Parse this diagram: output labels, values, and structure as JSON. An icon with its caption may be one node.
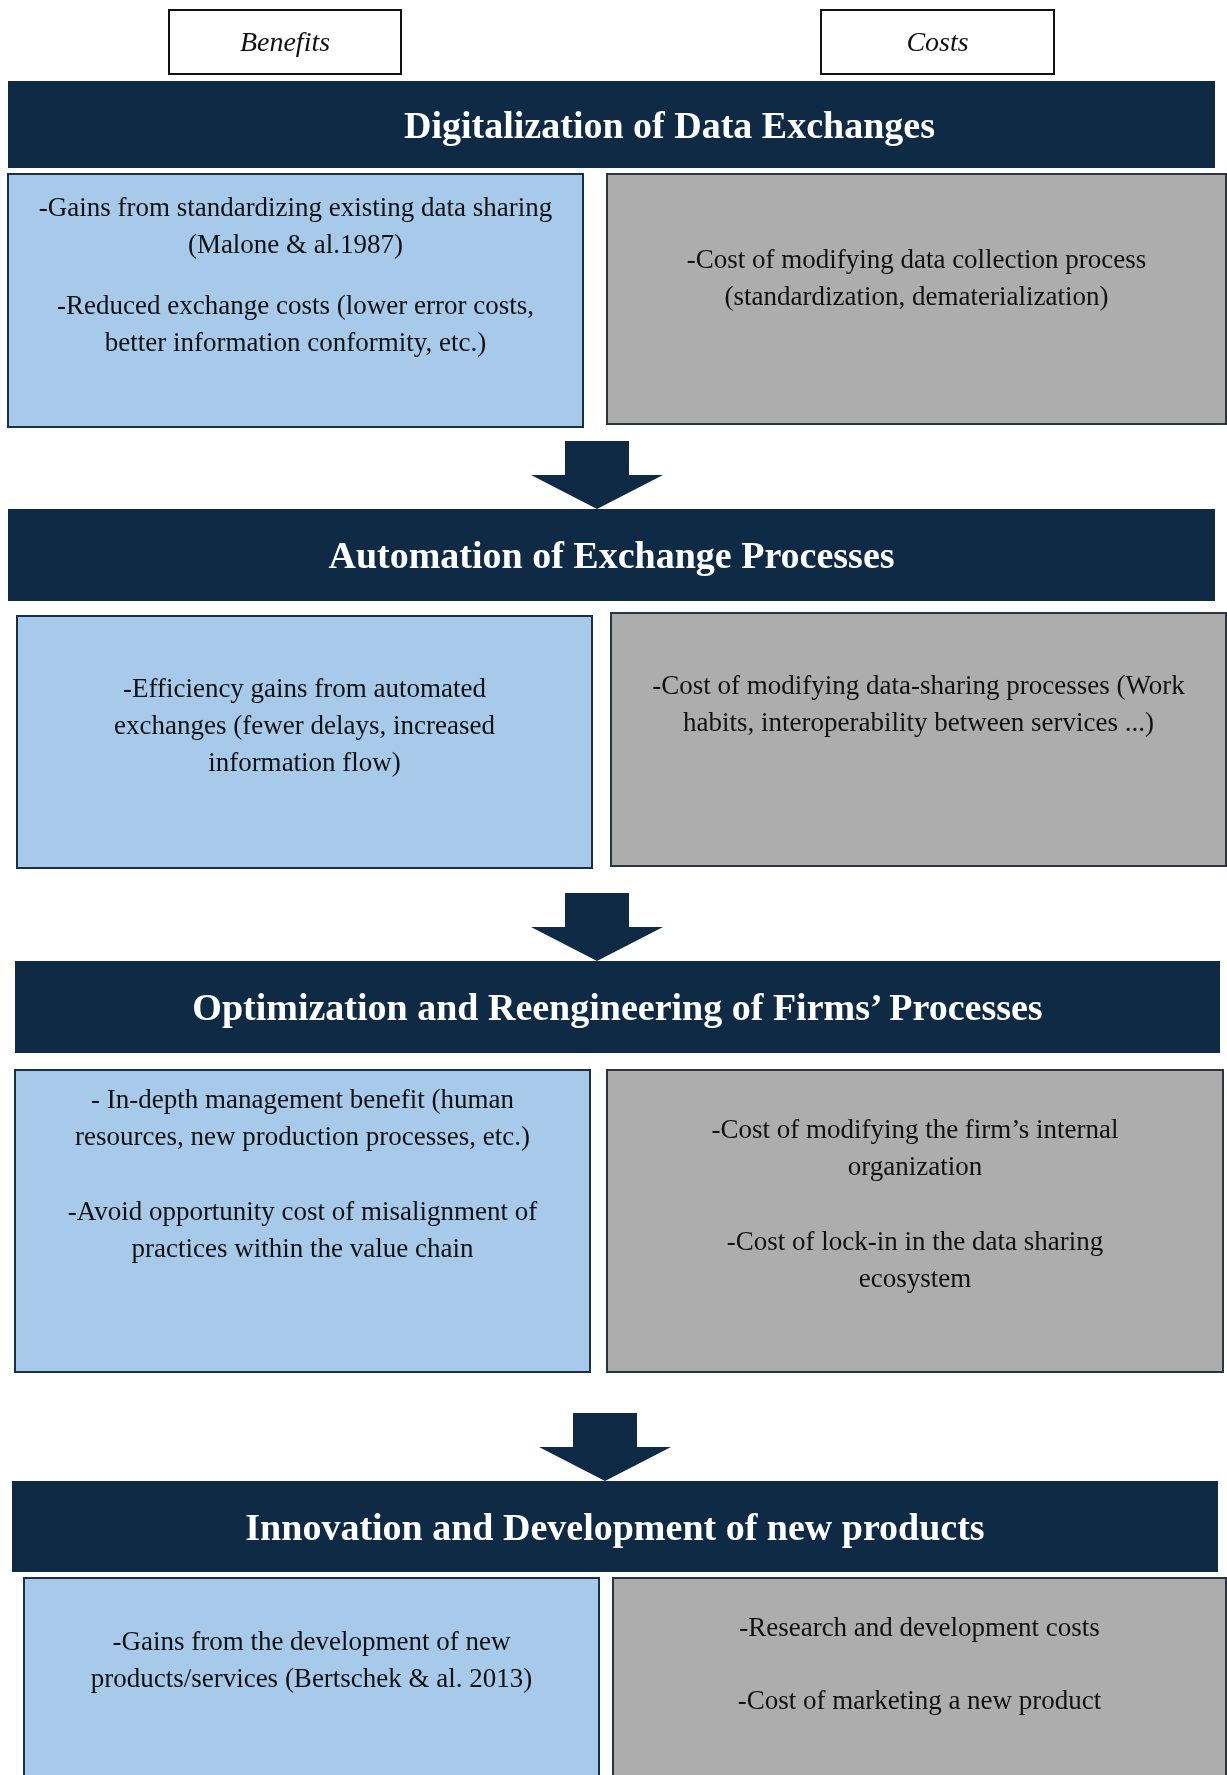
{
  "diagram": {
    "nodes": [
      {
        "text": [
          "Benefits"
        ]
      },
      {
        "text": [
          "Costs"
        ]
      },
      {
        "text": [
          "Digitalization of Data Exchanges"
        ]
      },
      {
        "text": [
          "-Gains from standardizing existing data sharing (Malone & al.1987)",
          "-Reduced exchange costs (lower error costs, better information conformity, etc.)"
        ]
      },
      {
        "text": [
          "-Cost of modifying data collection process (standardization, dematerialization)"
        ]
      },
      {
        "text": [
          "Automation of Exchange Processes"
        ]
      },
      {
        "text": [
          "-Efficiency gains from automated exchanges (fewer delays, increased information flow)"
        ]
      },
      {
        "text": [
          "-Cost of modifying data-sharing processes (Work habits, interoperability between services ...)"
        ]
      },
      {
        "text": [
          "Optimization and Reengineering of Firms’ Processes"
        ]
      },
      {
        "text": [
          "- In-depth management benefit (human resources, new production processes, etc.)",
          "-Avoid opportunity cost of misalignment of practices within the value chain"
        ]
      },
      {
        "text": [
          "-Cost of modifying the firm’s internal organization",
          "-Cost of lock-in in the data sharing ecosystem"
        ]
      },
      {
        "text": [
          "Innovation and Development of new products"
        ]
      },
      {
        "text": [
          "-Gains from the development of new products/services (Bertschek & al. 2013)"
        ]
      },
      {
        "text": [
          "-Research and development costs",
          "-Cost of marketing a new product"
        ]
      }
    ],
    "edges": [
      {
        "from": null,
        "to": 5,
        "arrow": "to"
      },
      {
        "from": null,
        "to": 8,
        "arrow": "to"
      },
      {
        "from": null,
        "to": 11,
        "arrow": "to"
      }
    ]
  }
}
